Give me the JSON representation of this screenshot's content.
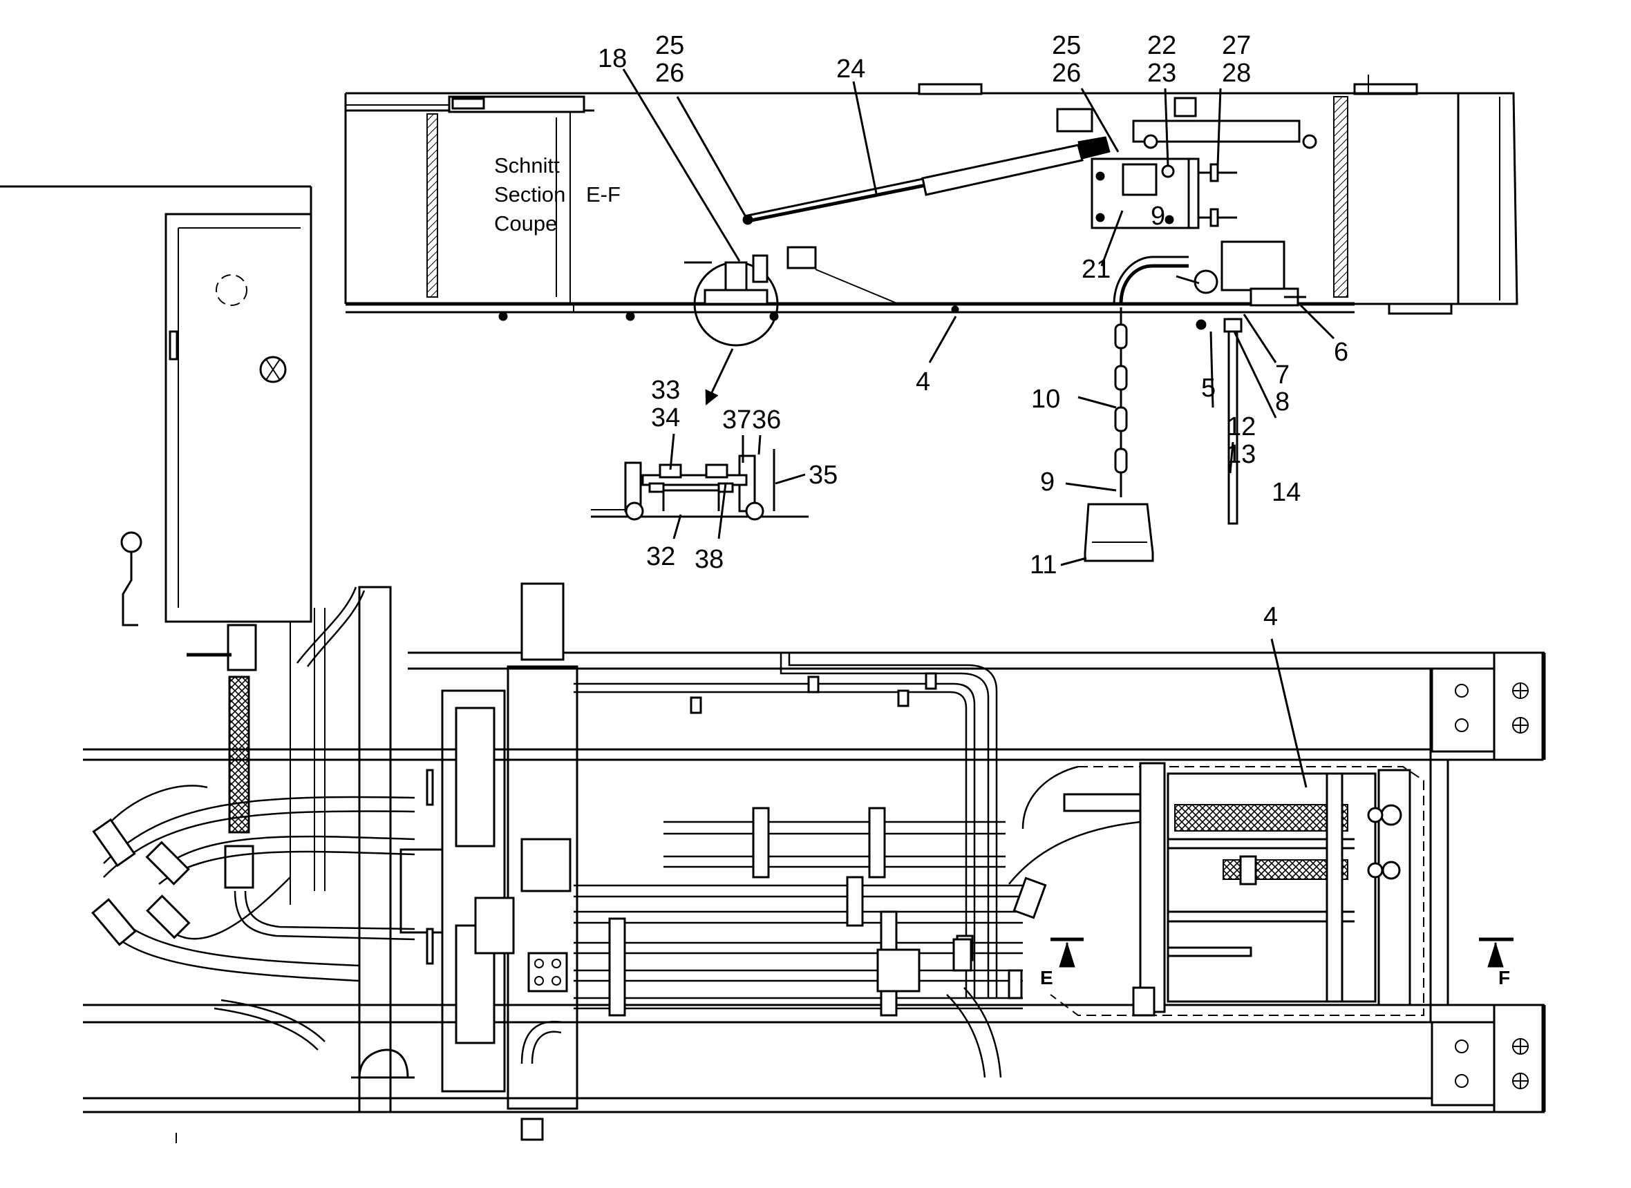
{
  "section_title": {
    "line1": "Schnitt",
    "line2": "Section",
    "line3": "Coupe",
    "section_ref": "E-F"
  },
  "section_marks": {
    "e": "E",
    "f": "F"
  },
  "callouts": {
    "c18": "18",
    "c25_left": "25",
    "c26_left": "26",
    "c24": "24",
    "c25_right": "25",
    "c26_right": "26",
    "c22": "22",
    "c23": "23",
    "c27": "27",
    "c28": "28",
    "c21": "21",
    "c9_top": "9",
    "c6": "6",
    "c7": "7",
    "c8": "8",
    "c5": "5",
    "c12": "12",
    "c13": "13",
    "c14": "14",
    "c4_top": "4",
    "c10": "10",
    "c9_bottom": "9",
    "c11": "11",
    "c33": "33",
    "c34": "34",
    "c37": "37",
    "c36": "36",
    "c35": "35",
    "c32": "32",
    "c38": "38",
    "c4_bottom": "4"
  }
}
